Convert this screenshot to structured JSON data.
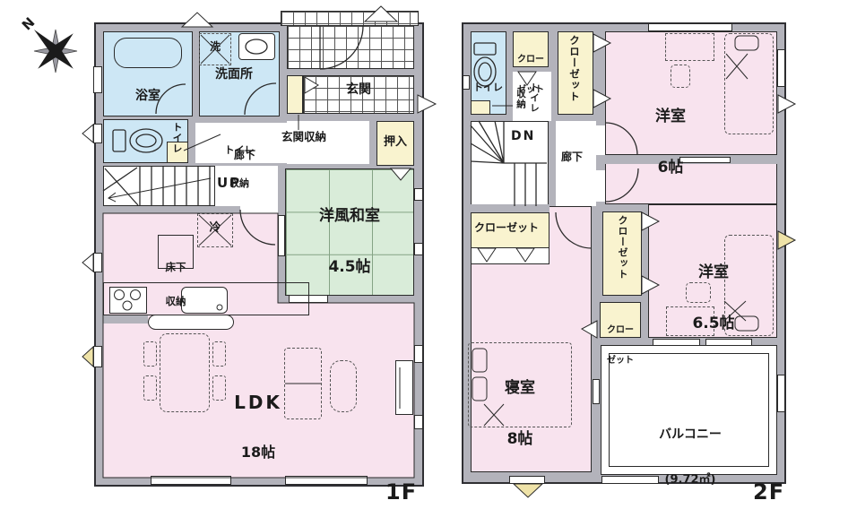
{
  "compass": {
    "north": "N"
  },
  "floor1": {
    "floor_label": "1F",
    "bathroom": "浴室",
    "washer": "洗",
    "washroom": "洗面所",
    "entrance": "玄関",
    "entrance_storage": "玄関収納",
    "toilet": "トイレ",
    "toilet_storage_line1": "トイレ",
    "toilet_storage_line2": "収納",
    "hallway": "廊下",
    "stairs_label": "UP",
    "closet_oshiire": "押入",
    "japanese_room": "洋風和室",
    "japanese_room_size": "4.5帖",
    "refrigerator": "冷",
    "underfloor_line1": "床下",
    "underfloor_line2": "収納",
    "ldk": "LDK",
    "ldk_size": "18帖"
  },
  "floor2": {
    "floor_label": "2F",
    "toilet": "トイレ",
    "toilet_storage_line1": "トイレ",
    "toilet_storage_line2": "収納",
    "closet": "クローゼット",
    "closet_line1": "クロー",
    "closet_line2": "ゼット",
    "stairs_label": "DN",
    "hallway": "廊下",
    "western_room_6": "洋室",
    "western_room_6_size": "6帖",
    "western_room_65": "洋室",
    "western_room_65_size": "6.5帖",
    "bedroom": "寝室",
    "bedroom_size": "8帖",
    "balcony": "バルコニー",
    "balcony_area": "(9.72㎡)"
  },
  "colors": {
    "wall": "#b3b3bb",
    "floor-pink": "#f8e3ee",
    "floor-blue": "#cde7f5",
    "floor-green": "#d9ecd9",
    "closet-yellow": "#f9f3cf",
    "line": "#2a2a2a"
  }
}
